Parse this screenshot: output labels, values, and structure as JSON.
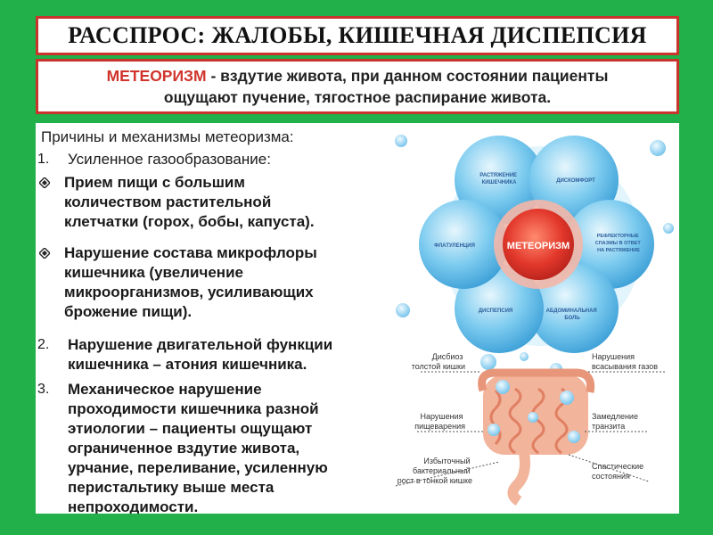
{
  "title": "РАССПРОС: ЖАЛОБЫ, КИШЕЧНАЯ ДИСПЕПСИЯ",
  "definition": {
    "term": "МЕТЕОРИЗМ",
    "line1_rest": " - вздутие живота, при данном состоянии пациенты",
    "line2": "ощущают пучение, тягостное распирание живота."
  },
  "causes": {
    "heading": "Причины и механизмы метеоризма:",
    "item1": {
      "number": "1.",
      "label": "Усиленное газообразование:"
    },
    "sub1": [
      "Прием пищи с большим",
      "количеством растительной",
      "клетчатки (горох, бобы, капуста)."
    ],
    "sub2": [
      "Нарушение состава микрофлоры",
      "кишечника (увеличение",
      "микроорганизмов, усиливающих",
      "брожение пищи)."
    ],
    "item2": {
      "number": "2.",
      "lines": [
        "Нарушение двигательной функции",
        "кишечника – атония кишечника."
      ]
    },
    "item3": {
      "number": "3.",
      "lines": [
        "Механическое нарушение",
        "проходимости кишечника разной",
        "этиологии – пациенты ощущают",
        "ограниченное вздутие живота,",
        "урчание, переливание, усиленную",
        "перистальтику выше места",
        "непроходимости."
      ]
    }
  },
  "diagram": {
    "center": "МЕТЕОРИЗМ",
    "petals": {
      "top": [
        "РАСТЯЖЕНИЕ",
        "КИШЕЧНИКА"
      ],
      "top_right": [
        "ДИСКОМФОРТ"
      ],
      "right": [
        "РЕФЛЕКТОРНЫЕ",
        "СПАЗМЫ В ОТВЕТ",
        "НА РАСТЯЖЕНИЕ"
      ],
      "bottom_right": [
        "АБДОМИНАЛЬНАЯ",
        "БОЛЬ"
      ],
      "bottom_left": [
        "ДИСПЕПСИЯ"
      ],
      "left": [
        "ФЛАТУЛЕНЦИЯ"
      ]
    },
    "labels": {
      "disbioz": [
        "Дисбиоз",
        "толстой кишки"
      ],
      "absorption": [
        "Нарушения",
        "всасывания газов"
      ],
      "digestion": [
        "Нарушения",
        "пищеварения"
      ],
      "transit": [
        "Замедление",
        "транзита"
      ],
      "bacteria": [
        "Избыточный",
        "бактериальный",
        "рост в тонкой кишке"
      ],
      "spastic": [
        "Спастические",
        "состояния"
      ]
    },
    "colors": {
      "bubble": "#5db8e8",
      "center": "#e2372b",
      "intestine": "#f2b49b"
    }
  }
}
